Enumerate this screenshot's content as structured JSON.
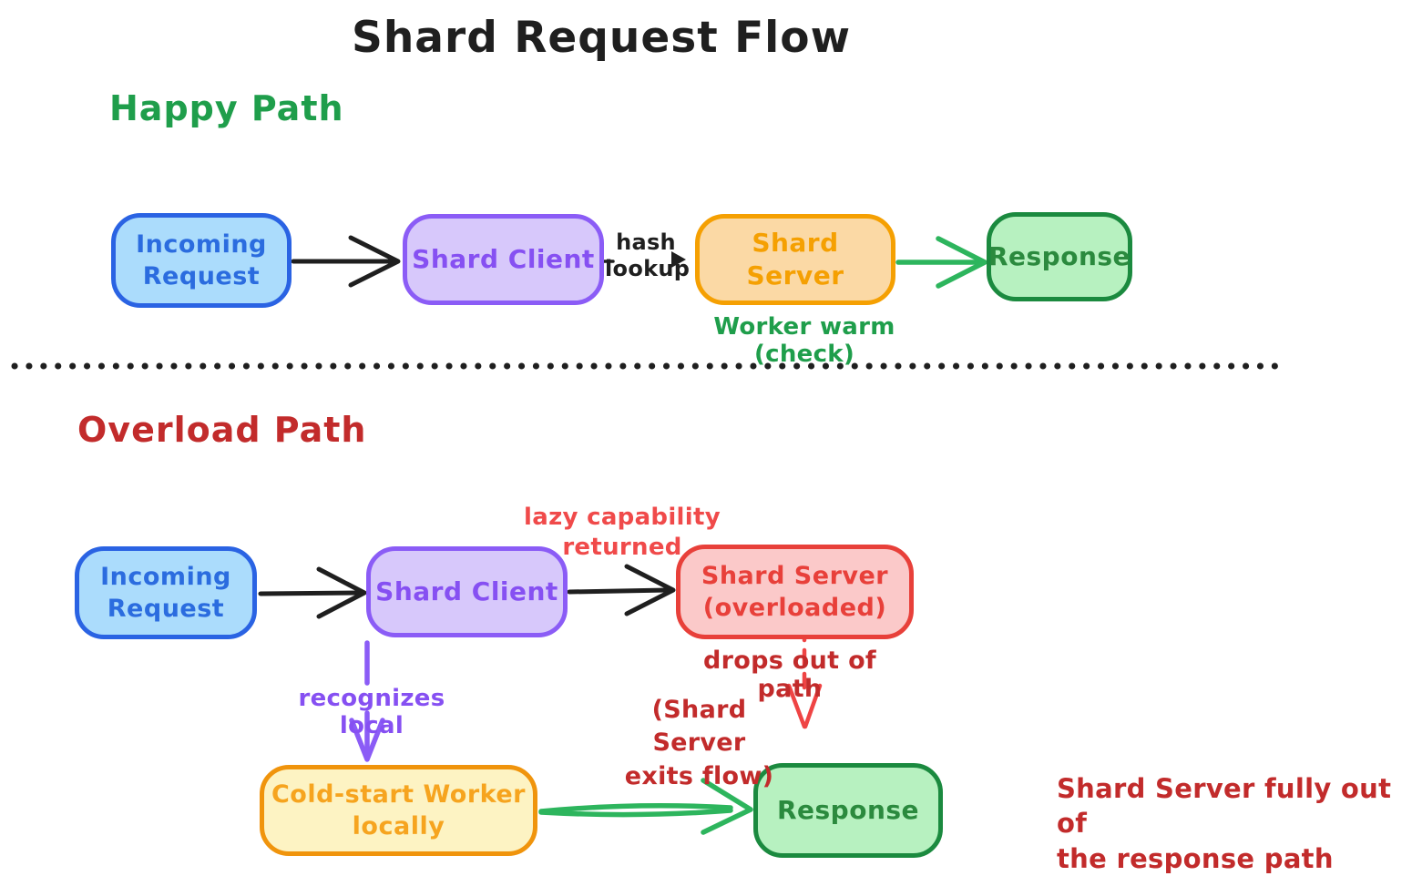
{
  "title": "Shard Request Flow",
  "sections": {
    "happy": {
      "heading": "Happy Path"
    },
    "overload": {
      "heading": "Overload Path"
    }
  },
  "nodes": {
    "hp_incoming": {
      "label": "Incoming\nRequest"
    },
    "hp_client": {
      "label": "Shard Client"
    },
    "hp_server": {
      "label": "Shard Server"
    },
    "hp_response": {
      "label": "Response"
    },
    "ol_incoming": {
      "label": "Incoming\nRequest"
    },
    "ol_client": {
      "label": "Shard Client"
    },
    "ol_server": {
      "label": "Shard Server\n(overloaded)"
    },
    "cold_start": {
      "label": "Cold-start Worker\nlocally"
    },
    "ol_response": {
      "label": "Response"
    }
  },
  "labels": {
    "hash_lookup": "hash\nlookup",
    "worker_warm": "Worker warm (check)",
    "lazy_capability": "lazy capability\nreturned",
    "drops_out": "drops out of path",
    "exits_flow": "(Shard Server\nexits flow)",
    "recognizes_local": "recognizes local",
    "fully_out": "Shard Server fully out of\nthe response path"
  },
  "colors": {
    "ink": "#1f1f1f",
    "green-heading": "#1f9e4b",
    "red-dark": "#c22b2b",
    "red-bright": "#f04a4a",
    "red-arrow": "#ef4444",
    "blue-border": "#2a63e3",
    "blue-fill": "#abdcfc",
    "blue-text": "#2b6cdf",
    "purple-border": "#8b5cf6",
    "purple-fill": "#d7c8fb",
    "purple-text": "#8650f2",
    "orange-border": "#f5a002",
    "orange-fill": "#fbd9a5",
    "orange-text": "#f5a002",
    "green-border": "#1b8a3f",
    "green-fill": "#b7f1c0",
    "green-text": "#2b8a3e",
    "green-arrow": "#2db55d",
    "pink-border": "#e8403a",
    "pink-fill": "#fbc9c9",
    "pink-text": "#e8403a",
    "yellow-border": "#f0940c",
    "yellow-fill": "#fdf3c3",
    "yellow-text": "#f6a41f"
  }
}
